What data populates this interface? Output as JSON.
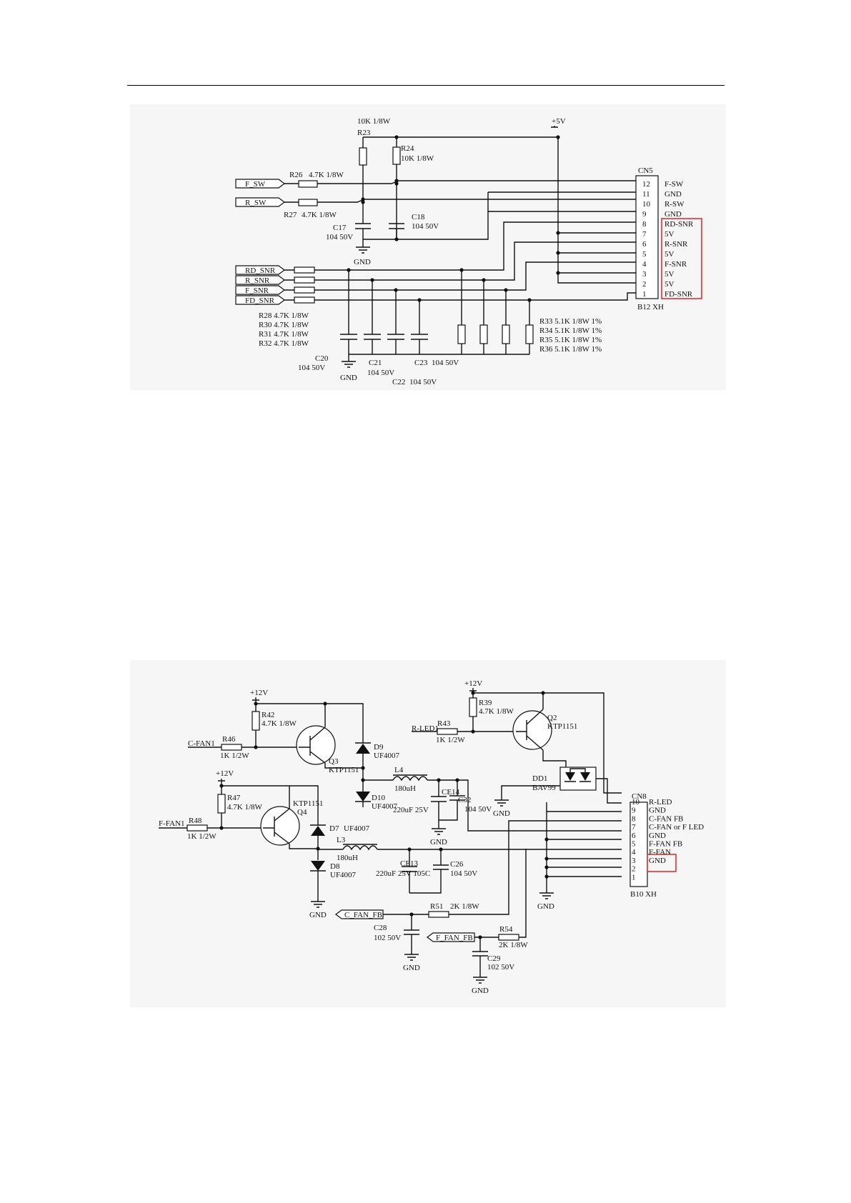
{
  "schematic_top": {
    "inputs": [
      "F_SW",
      "R_SW",
      "RD_SNR",
      "R_SNR",
      "F_SNR",
      "FD_SNR"
    ],
    "supply": "+5V",
    "gnd": "GND",
    "r23": {
      "ref": "R23",
      "value": "10K  1/8W"
    },
    "r24": {
      "ref": "R24",
      "value": "10K  1/8W"
    },
    "r26": {
      "ref": "R26",
      "value": "4.7K  1/8W"
    },
    "r27": {
      "ref": "R27",
      "value": "4.7K  1/8W"
    },
    "c17": {
      "ref": "C17",
      "value": "104  50V"
    },
    "c18": {
      "ref": "C18",
      "value": "104  50V"
    },
    "c20": {
      "ref": "C20",
      "value": "104  50V"
    },
    "c21": {
      "ref": "C21",
      "value": "104  50V"
    },
    "c22": {
      "ref": "C22",
      "value": "104  50V"
    },
    "c23": {
      "ref": "C23",
      "value": "104  50V"
    },
    "r_left_labels": [
      "R28  4.7K  1/8W",
      "R30  4.7K  1/8W",
      "R31  4.7K  1/8W",
      "R32  4.7K  1/8W"
    ],
    "r_right_labels": [
      "R33    5.1K  1/8W  1%",
      "R34    5.1K  1/8W  1%",
      "R35    5.1K  1/8W  1%",
      "R36    5.1K  1/8W  1%"
    ],
    "connector": {
      "ref": "CN5",
      "part": "B12  XH",
      "pins": [
        {
          "num": "12",
          "name": "F-SW"
        },
        {
          "num": "11",
          "name": "GND"
        },
        {
          "num": "10",
          "name": "R-SW"
        },
        {
          "num": "9",
          "name": "GND"
        },
        {
          "num": "8",
          "name": "RD-SNR"
        },
        {
          "num": "7",
          "name": "5V"
        },
        {
          "num": "6",
          "name": "R-SNR"
        },
        {
          "num": "5",
          "name": "5V"
        },
        {
          "num": "4",
          "name": "F-SNR"
        },
        {
          "num": "3",
          "name": "5V"
        },
        {
          "num": "2",
          "name": "5V"
        },
        {
          "num": "1",
          "name": "FD-SNR"
        }
      ]
    }
  },
  "schematic_bottom": {
    "supply_12v": "+12V",
    "gnd": "GND",
    "inputs": {
      "c_fan1": "C-FAN1",
      "r_led1": "R-LED1",
      "f_fan1": "F-FAN1"
    },
    "outputs": {
      "c_fan_fb": "C_FAN_FB",
      "f_fan_fb": "F_FAN_FB"
    },
    "r42": {
      "ref": "R42",
      "value": "4.7K  1/8W"
    },
    "r46": {
      "ref": "R46",
      "value": "1K  1/2W"
    },
    "r39": {
      "ref": "R39",
      "value": "4.7K  1/8W"
    },
    "r43": {
      "ref": "R43",
      "value": "1K  1/2W"
    },
    "r47": {
      "ref": "R47",
      "value": "4.7K  1/8W"
    },
    "r48": {
      "ref": "R48",
      "value": "1K  1/2W"
    },
    "r51": {
      "ref": "R51",
      "value": "2K  1/8W"
    },
    "r54": {
      "ref": "R54",
      "value": "2K  1/8W"
    },
    "q3": {
      "ref": "Q3",
      "value": "KTP1151"
    },
    "q2": {
      "ref": "Q2",
      "value": "KTP1151"
    },
    "q4": {
      "ref": "Q4",
      "value": "KTP1151"
    },
    "d9": {
      "ref": "D9",
      "value": "UF4007"
    },
    "d10": {
      "ref": "D10",
      "value": "UF4007"
    },
    "d7": {
      "ref": "D7",
      "value": "UF4007"
    },
    "d8": {
      "ref": "D8",
      "value": "UF4007"
    },
    "l4": {
      "ref": "L4",
      "value": "180uH"
    },
    "l3": {
      "ref": "L3",
      "value": "180uH"
    },
    "ce14": {
      "ref": "CE14",
      "value": "220uF  25V"
    },
    "ce13": {
      "ref": "CE13",
      "value": "220uF  25V  105C"
    },
    "c32": {
      "ref": "C32",
      "value": "104  50V"
    },
    "c26": {
      "ref": "C26",
      "value": "104  50V"
    },
    "c28": {
      "ref": "C28",
      "value": "102  50V"
    },
    "c29": {
      "ref": "C29",
      "value": "102  50V"
    },
    "dd1": {
      "ref": "DD1",
      "value": "BAV99"
    },
    "connector": {
      "ref": "CN8",
      "part": "B10  XH",
      "pins": [
        {
          "num": "10",
          "name": "R-LED"
        },
        {
          "num": "9",
          "name": "GND"
        },
        {
          "num": "8",
          "name": "C-FAN FB"
        },
        {
          "num": "7",
          "name": "C-FAN or F LED"
        },
        {
          "num": "6",
          "name": "GND"
        },
        {
          "num": "5",
          "name": "F-FAN FB"
        },
        {
          "num": "4",
          "name": "F-FAN"
        },
        {
          "num": "3",
          "name": "GND"
        },
        {
          "num": "2",
          "name": ""
        },
        {
          "num": "1",
          "name": ""
        }
      ]
    }
  }
}
